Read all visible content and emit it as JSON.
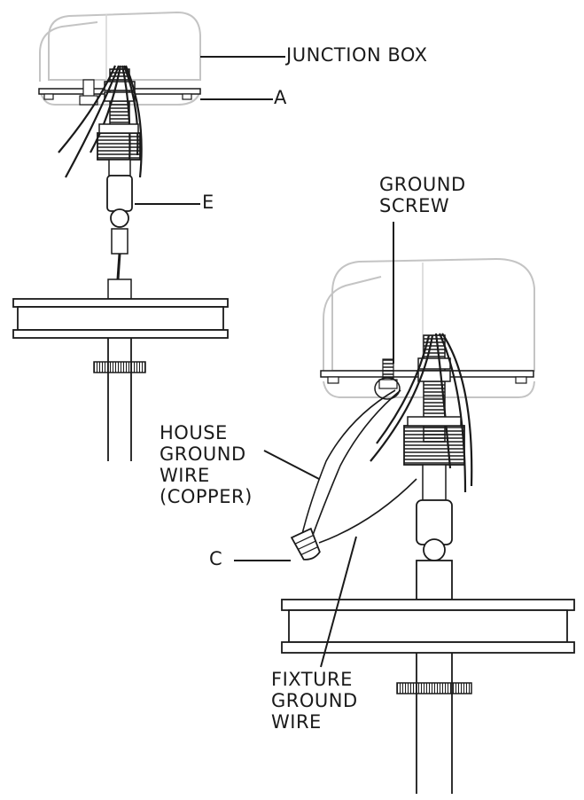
{
  "labels": {
    "junction_box": "JUNCTION BOX",
    "a": "A",
    "e": "E",
    "ground_screw": [
      "GROUND",
      "SCREW"
    ],
    "house_ground_wire": [
      "HOUSE",
      "GROUND",
      "WIRE",
      "(COPPER)"
    ],
    "c": "C",
    "fixture_ground_wire": [
      "FIXTURE",
      "GROUND",
      "WIRE"
    ]
  },
  "colors": {
    "line": "#1a1a1a",
    "box_stroke": "#c4c4c4",
    "fill": "#ffffff"
  }
}
